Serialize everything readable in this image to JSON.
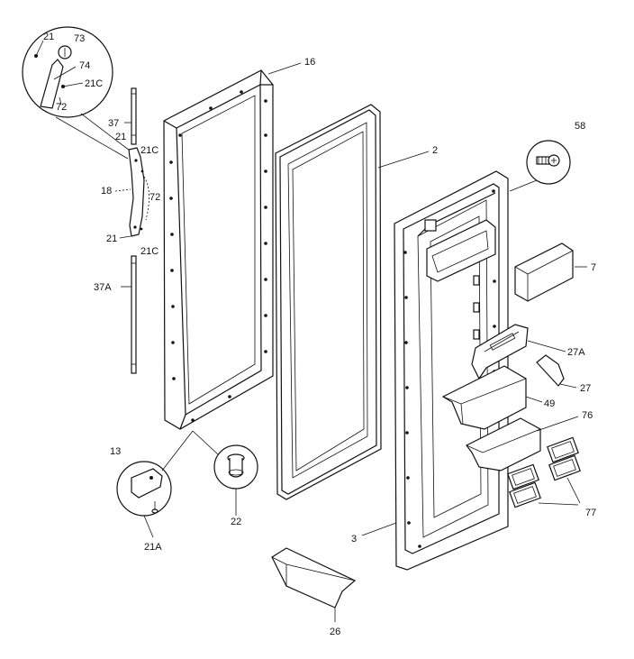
{
  "part_labels": {
    "p16": "16",
    "p2": "2",
    "p58": "58",
    "p7": "7",
    "p27a": "27A",
    "p27": "27",
    "p49": "49",
    "p76": "76",
    "p77": "77",
    "p3": "3",
    "p26": "26",
    "p22": "22",
    "p13": "13",
    "p21a": "21A",
    "p37": "37",
    "p21_mid": "21",
    "p21c_top": "21C",
    "p18": "18",
    "p72_mid": "72",
    "p21_low": "21",
    "p21c_low": "21C",
    "p37a": "37A",
    "p21_inset": "21",
    "p73": "73",
    "p74": "74",
    "p21c_inset": "21C",
    "p72_inset": "72"
  }
}
